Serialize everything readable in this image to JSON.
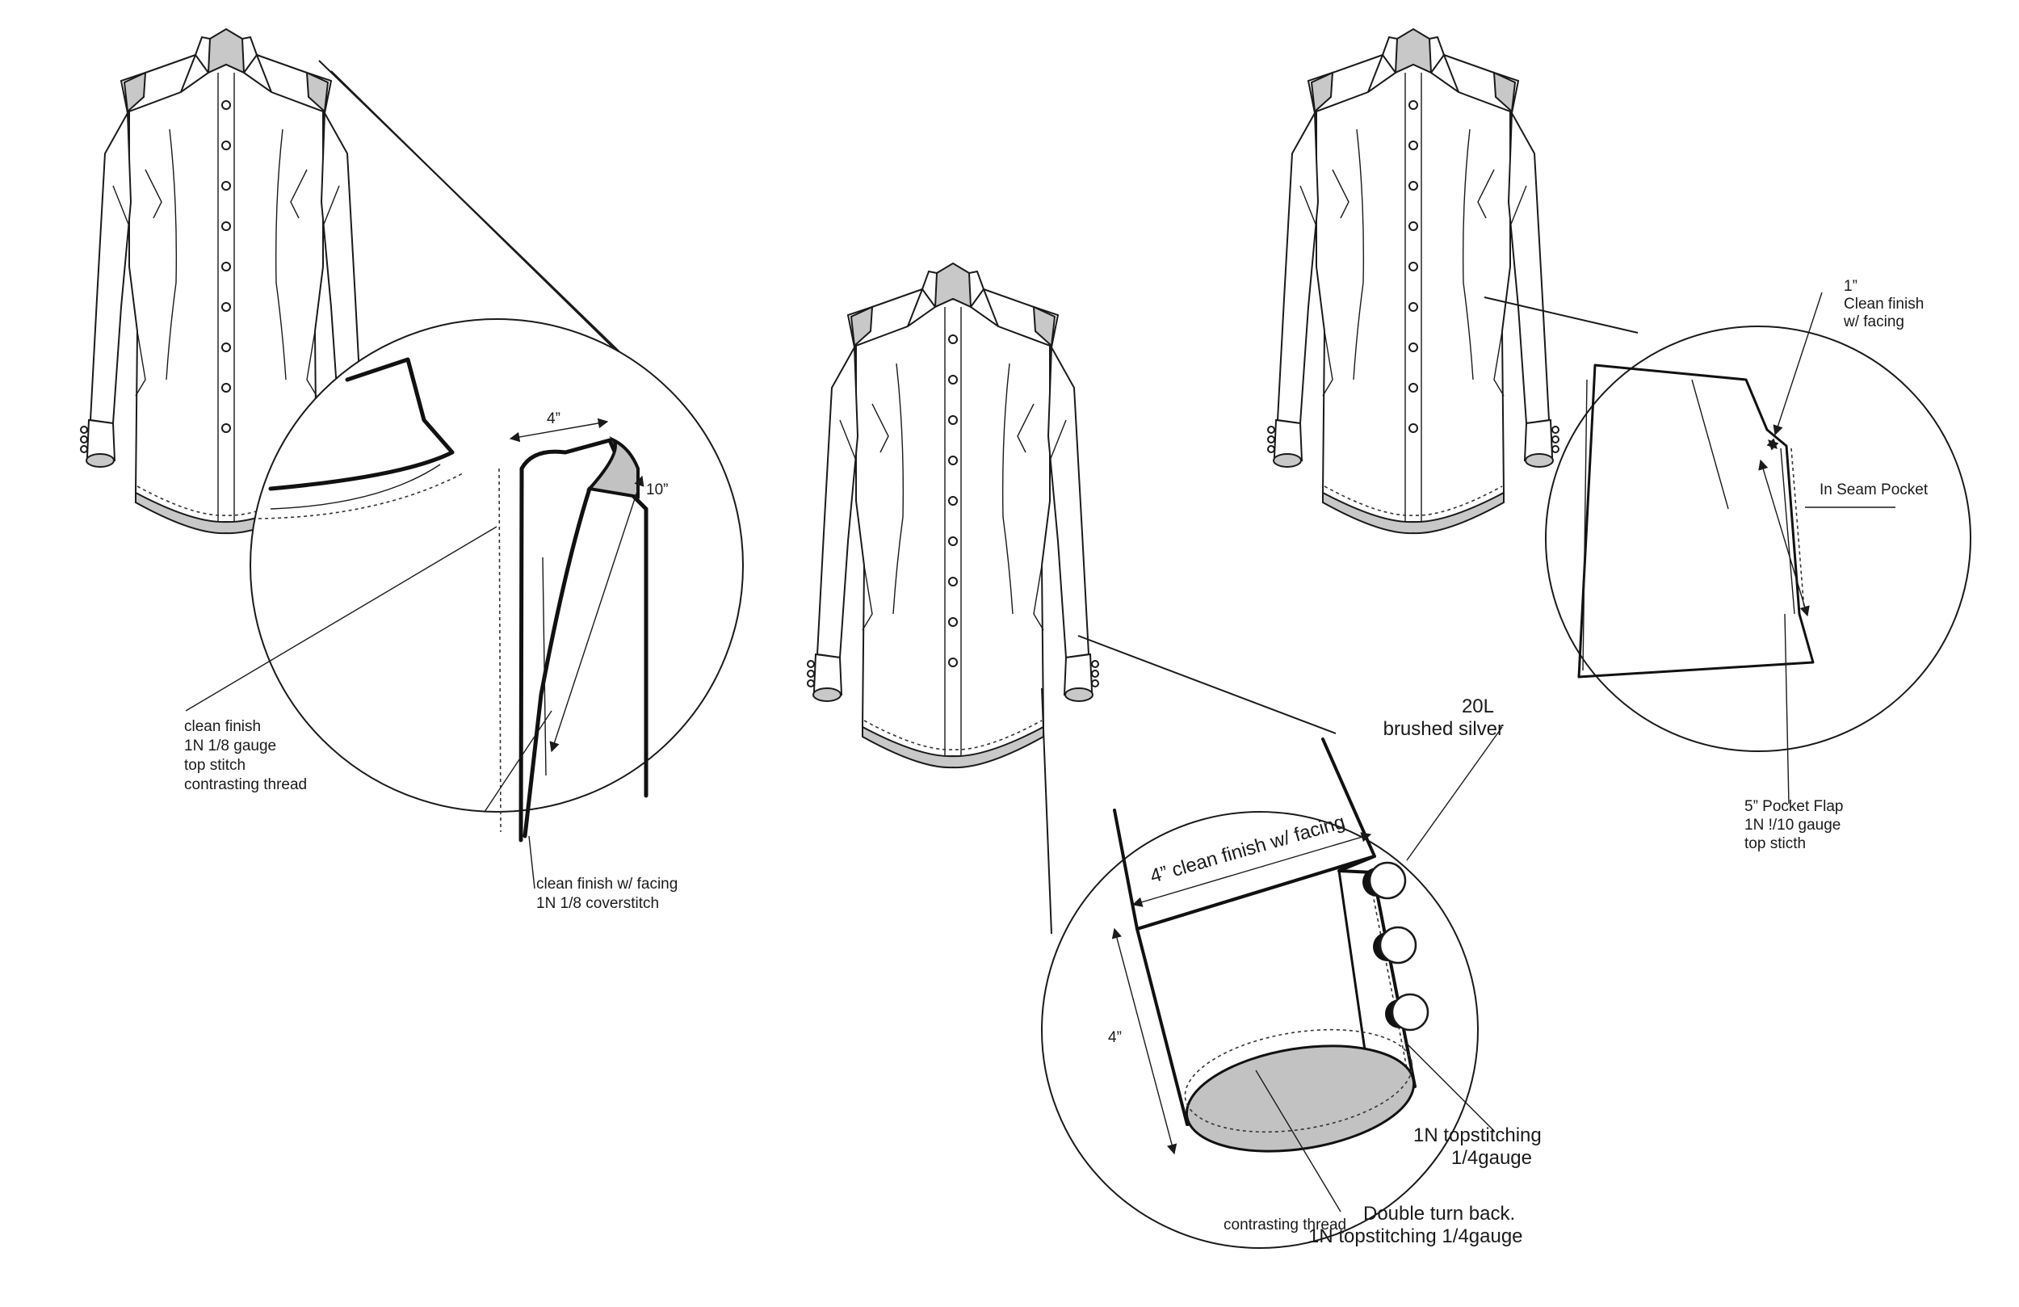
{
  "sheet": {
    "accent": "#1a1a1a",
    "fill_grey": "#c8c8c8"
  },
  "callouts": {
    "shoulder": {
      "dim_width": "4”",
      "dim_length": "10”",
      "note_topstitch": [
        "clean finish",
        "1N 1/8 gauge",
        "top stitch",
        "contrasting thread"
      ],
      "note_facing": [
        "clean finish w/ facing",
        "1N 1/8 coverstitch"
      ]
    },
    "pocket": {
      "note_edge": [
        "1”",
        "Clean finish",
        "w/ facing"
      ],
      "note_pocket": "In Seam Pocket",
      "note_flap": [
        "5” Pocket Flap",
        "1N !/10 gauge",
        "top sticth"
      ]
    },
    "cuff": {
      "note_button": [
        "20L",
        "brushed silver"
      ],
      "dim_width": "4” clean finish w/ facing",
      "dim_height": "4”",
      "note_topstitch": [
        "1N topstitching",
        "1/4gauge"
      ],
      "note_thread": "contrasting thread",
      "note_turnback": [
        "Double turn back.",
        "1N topstitching 1/4gauge"
      ]
    }
  }
}
